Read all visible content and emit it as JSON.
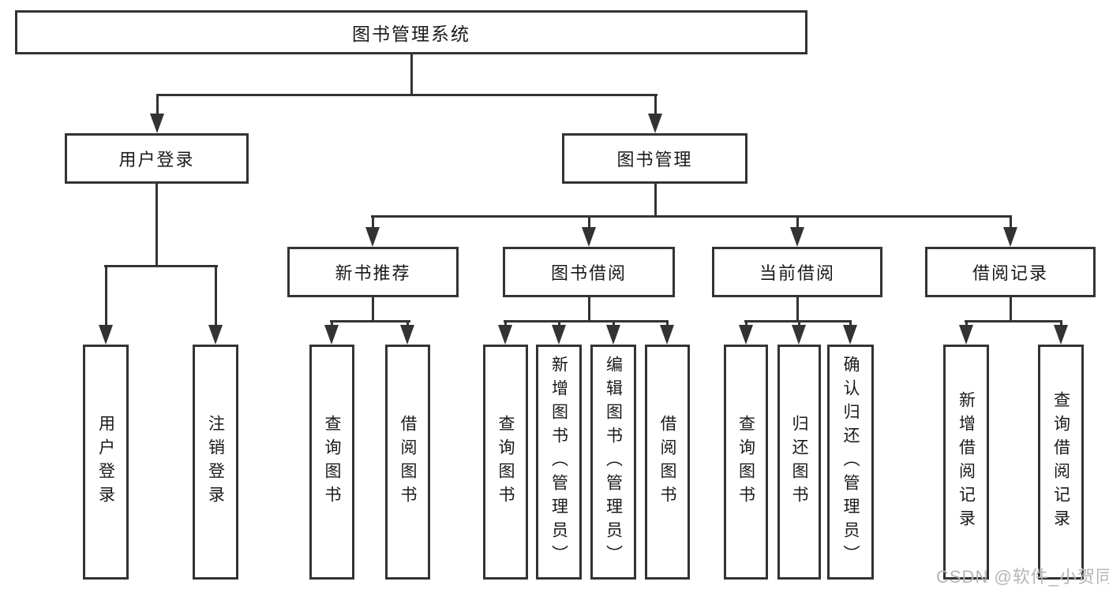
{
  "diagram": {
    "root": {
      "label": "图书管理系统"
    },
    "level2": [
      {
        "label": "用户登录"
      },
      {
        "label": "图书管理"
      }
    ],
    "level3": [
      {
        "label": "新书推荐"
      },
      {
        "label": "图书借阅"
      },
      {
        "label": "当前借阅"
      },
      {
        "label": "借阅记录"
      }
    ],
    "leaves": {
      "user_login": [
        "用户登录",
        "注销登录"
      ],
      "new_books": [
        "查询图书",
        "借阅图书"
      ],
      "book_borrow": [
        "查询图书",
        "新增图书（管理员）",
        "编辑图书（管理员）",
        "借阅图书"
      ],
      "current_borrow": [
        "查询图书",
        "归还图书",
        "确认归还（管理员）"
      ],
      "borrow_records": [
        "新增借阅记录",
        "查询借阅记录"
      ]
    }
  },
  "watermark": {
    "text": "CSDN @软件_小贺同学"
  },
  "colors": {
    "line": "#333333",
    "text": "#1a1a1a",
    "watermark": "#b5b5b5"
  }
}
